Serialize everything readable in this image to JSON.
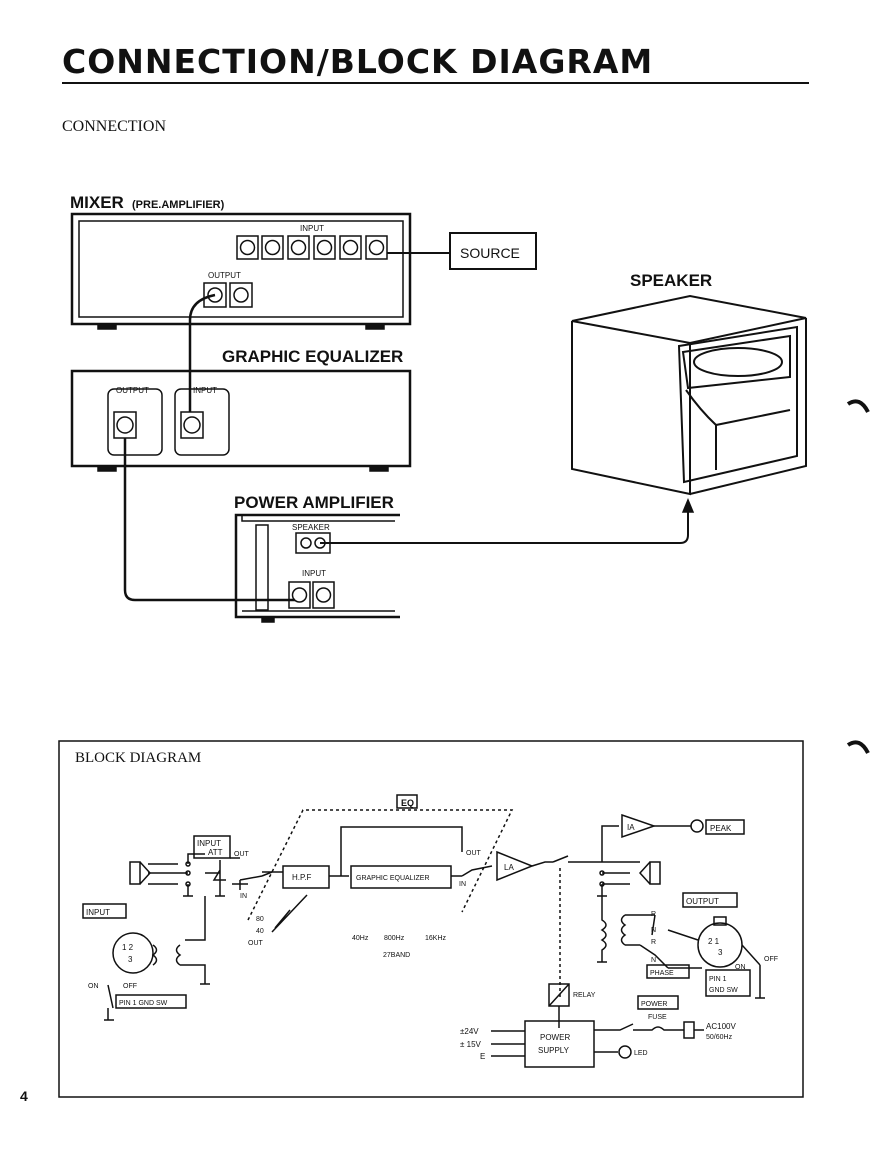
{
  "page": {
    "title": "CONNECTION∕BLOCK DIAGRAM",
    "section_connection": "CONNECTION",
    "page_number": "4"
  },
  "connection": {
    "mixer_label": "MIXER",
    "mixer_sub": "(PRE.AMPLIFIER)",
    "mixer_input": "INPUT",
    "mixer_output": "OUTPUT",
    "source": "SOURCE",
    "speaker_label": "SPEAKER",
    "geq_label": "GRAPHIC EQUALIZER",
    "geq_output": "OUTPUT",
    "geq_input": "INPUT",
    "poweramp_label": "POWER AMPLIFIER",
    "poweramp_speaker": "SPEAKER",
    "poweramp_input": "INPUT"
  },
  "block": {
    "heading": "BLOCK DIAGRAM",
    "eq": "EQ",
    "input_att_1": "INPUT",
    "input_att_2": "ATT",
    "out": "OUT",
    "in": "IN",
    "hpf": "H.P.F",
    "geq": "GRAPHIC EQUALIZER",
    "la": "LA",
    "ia": "IA",
    "peak": "PEAK",
    "input": "INPUT",
    "output": "OUTPUT",
    "phase": "PHASE",
    "pin1_left": "PIN 1 GND SW",
    "pin1_right_1": "PIN 1",
    "pin1_right_2": "GND SW",
    "on": "ON",
    "off": "OFF",
    "relay": "RELAY",
    "power": "POWER",
    "fuse": "FUSE",
    "ac1": "AC100V",
    "ac2": "50/60Hz",
    "ps1": "POWER",
    "ps2": "SUPPLY",
    "led": "LED",
    "v24": "±24V",
    "v15": "± 15V",
    "e": "E",
    "hpf80": "80",
    "hpf40": "40",
    "hpfout": "OUT",
    "f40": "40Hz",
    "f800": "800Hz",
    "f16k": "16KHz",
    "band": "27BAND",
    "r": "R",
    "n": "N",
    "pins": "2  1",
    "pin3": "3",
    "pinl": "1  2",
    "pinl3": "3"
  }
}
